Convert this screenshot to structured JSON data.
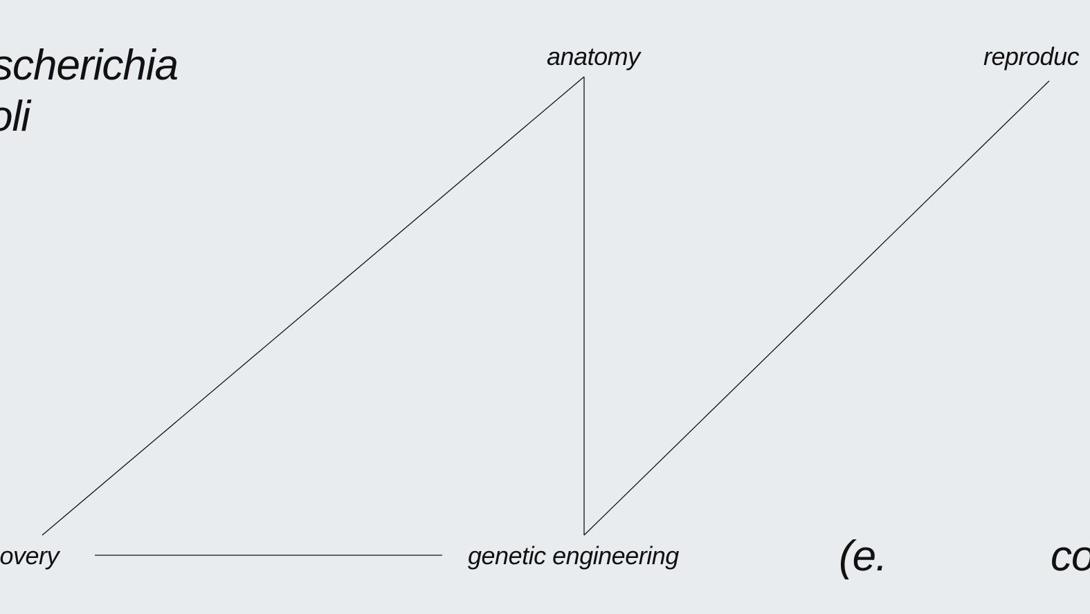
{
  "diagram": {
    "title_lines": [
      "scherichia",
      "oli"
    ],
    "nodes": {
      "anatomy": "anatomy",
      "reproduction": "reproduc",
      "discovery": "covery",
      "genetic_engineering": "genetic engineering"
    },
    "fragments": {
      "eg": "(e.",
      "co": "co"
    },
    "edges": [
      {
        "from": "discovery",
        "to": "anatomy"
      },
      {
        "from": "anatomy",
        "to": "genetic_engineering"
      },
      {
        "from": "genetic_engineering",
        "to": "reproduction"
      },
      {
        "from": "discovery",
        "to": "genetic_engineering"
      }
    ],
    "colors": {
      "background": "#e8ecef",
      "ink": "#111111"
    }
  }
}
